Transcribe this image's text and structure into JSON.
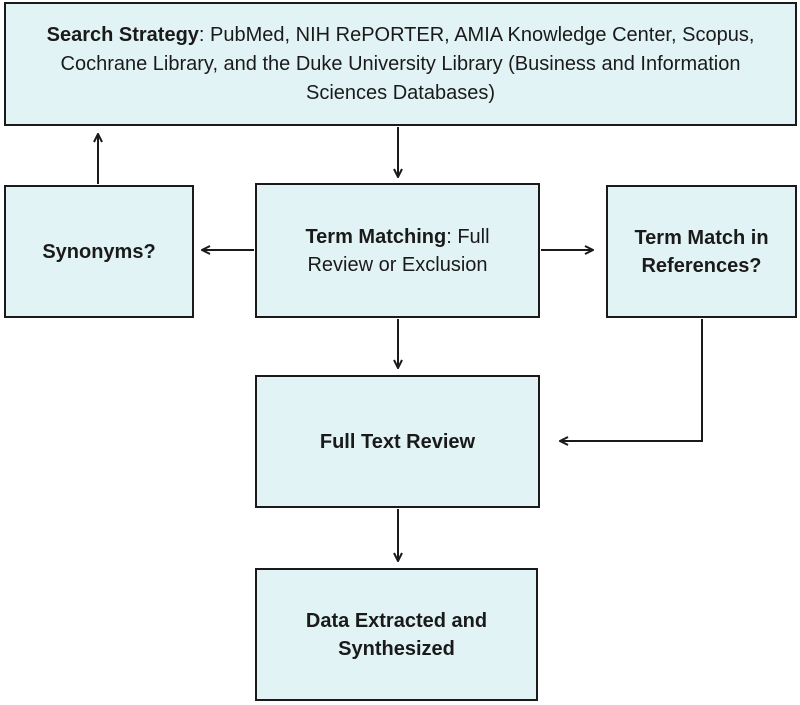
{
  "search_strategy": {
    "label": "Search Strategy",
    "text": ": PubMed, NIH RePORTER, AMIA Knowledge Center, Scopus, Cochrane Library, and the Duke University Library (Business and Information Sciences Databases)"
  },
  "synonyms": {
    "label": "Synonyms?"
  },
  "term_matching": {
    "label": "Term Matching",
    "text": ": Full Review or Exclusion"
  },
  "references": {
    "label": "Term Match in References?"
  },
  "full_text_review": {
    "label": "Full Text Review"
  },
  "data_extracted": {
    "label": "Data Extracted and Synthesized"
  },
  "colors": {
    "box_fill": "#e2f3f5",
    "stroke": "#1a1a1a"
  }
}
